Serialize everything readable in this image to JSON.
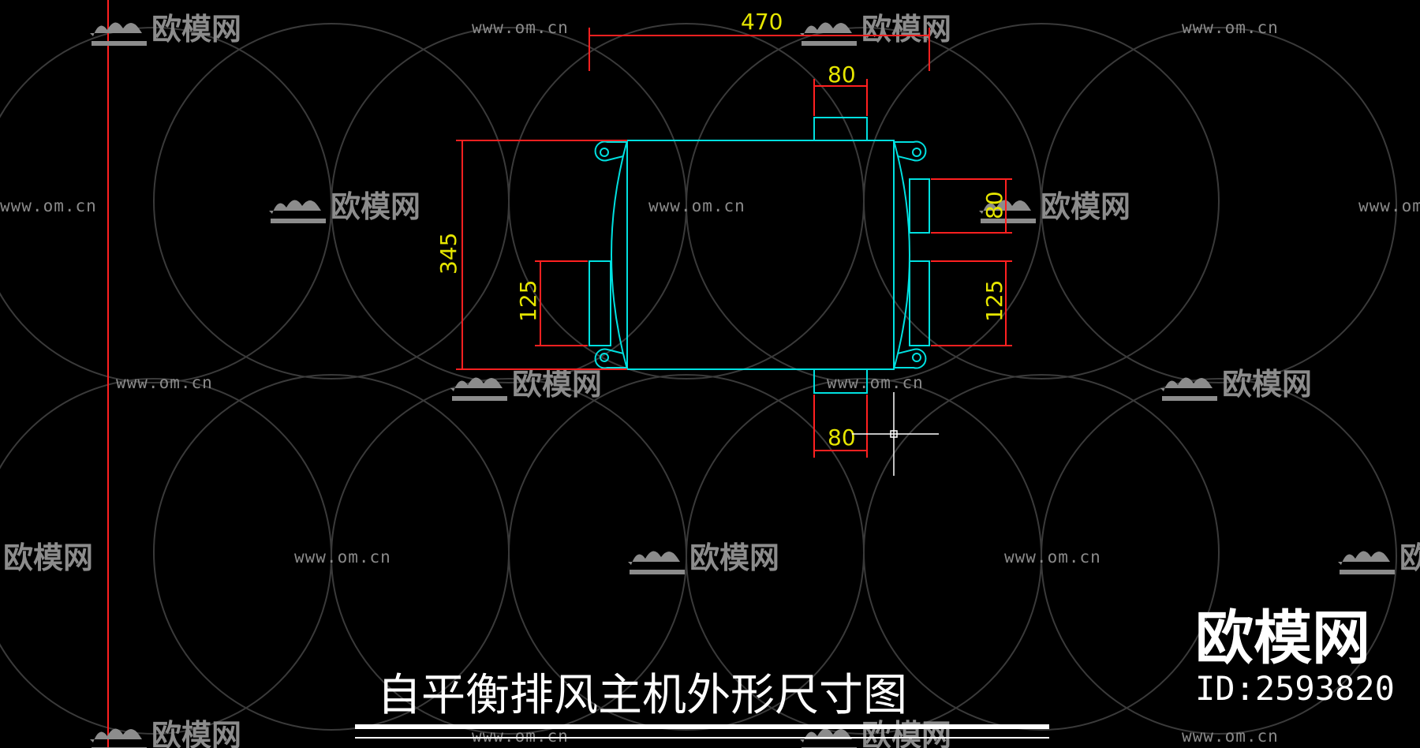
{
  "drawing": {
    "title": "自平衡排风主机外形尺寸图",
    "dimensions": {
      "overall_width": "470",
      "top_outlet_width": "80",
      "overall_height": "345",
      "left_inlet_height": "125",
      "right_upper_outlet_height": "80",
      "right_lower_outlet_height": "125",
      "bottom_outlet_width": "80"
    }
  },
  "watermark": {
    "url": "www.om.cn",
    "brand": "欧模网",
    "logo_text": "欧模网",
    "id_text": "ID:2593820"
  },
  "colors": {
    "background": "#000000",
    "dimension_lines": "#ff2020",
    "dimension_text": "#e6e600",
    "outline": "#00e0e0",
    "watermark": "#8a8a8a",
    "title": "#ffffff"
  }
}
